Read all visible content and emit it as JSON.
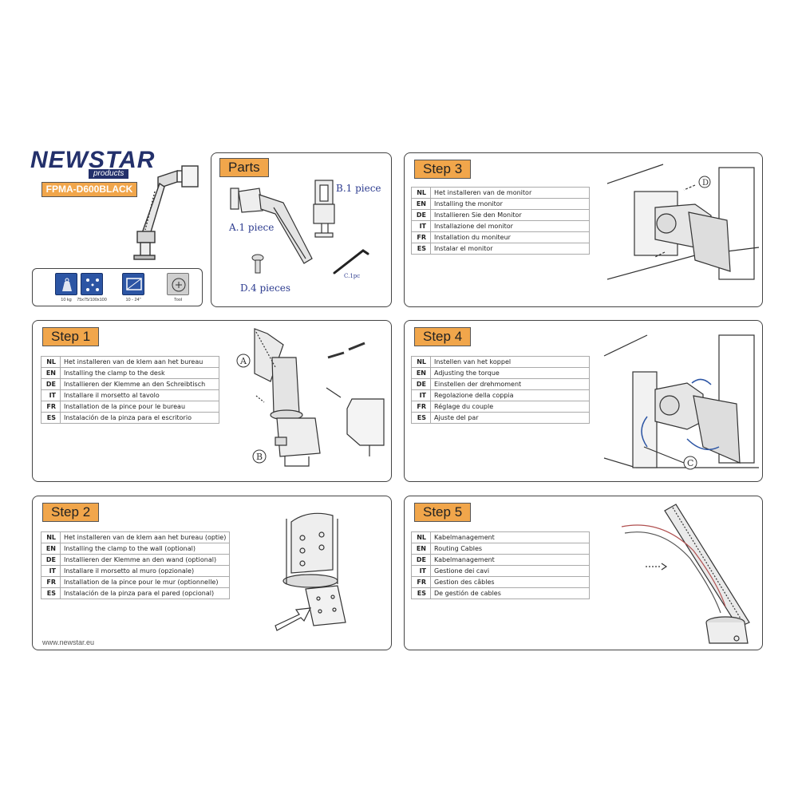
{
  "brand": {
    "logo": "NEWSTAR",
    "logo_sub": "products",
    "model": "FPMA-D600BLACK",
    "website": "www.newstar.eu"
  },
  "specs": [
    {
      "icon": "weight-icon",
      "label": "10 kg"
    },
    {
      "icon": "vesa-pattern-icon",
      "label": "75x75/100x100"
    },
    {
      "icon": "screen-size-icon",
      "label": "10 - 24\""
    },
    {
      "icon": "screwdriver-icon",
      "label": "Tool"
    }
  ],
  "parts": {
    "title": "Parts",
    "a": "A.1 piece",
    "b": "B.1 piece",
    "c": "C.1pc",
    "d": "D.4 pieces"
  },
  "steps": [
    {
      "title": "Step 1",
      "rows": [
        {
          "code": "NL",
          "text": "Het installeren van de klem aan het bureau"
        },
        {
          "code": "EN",
          "text": "Installing the clamp to the desk"
        },
        {
          "code": "DE",
          "text": "Installieren der Klemme an den Schreibtisch"
        },
        {
          "code": "IT",
          "text": "Installare il morsetto al tavolo"
        },
        {
          "code": "FR",
          "text": "Installation de la pince pour le bureau"
        },
        {
          "code": "ES",
          "text": "Instalación de la pinza para el escritorio"
        }
      ],
      "callouts": [
        "A",
        "B"
      ]
    },
    {
      "title": "Step 2",
      "rows": [
        {
          "code": "NL",
          "text": "Het installeren van de klem aan het bureau (optie)"
        },
        {
          "code": "EN",
          "text": "Installing the clamp to the wall (optional)"
        },
        {
          "code": "DE",
          "text": "Installieren der Klemme an den wand (optional)"
        },
        {
          "code": "IT",
          "text": "Installare il morsetto al muro (opzionale)"
        },
        {
          "code": "FR",
          "text": "Installation de la pince pour le mur (optionnelle)"
        },
        {
          "code": "ES",
          "text": "Instalación de la pinza para el pared (opcional)"
        }
      ]
    },
    {
      "title": "Step 3",
      "rows": [
        {
          "code": "NL",
          "text": "Het installeren van de monitor"
        },
        {
          "code": "EN",
          "text": "Installing the monitor"
        },
        {
          "code": "DE",
          "text": "Installieren Sie den Monitor"
        },
        {
          "code": "IT",
          "text": "Installazione del monitor"
        },
        {
          "code": "FR",
          "text": "Installation du moniteur"
        },
        {
          "code": "ES",
          "text": "Instalar el monitor"
        }
      ],
      "callouts": [
        "D"
      ]
    },
    {
      "title": "Step 4",
      "rows": [
        {
          "code": "NL",
          "text": "Instellen van het koppel"
        },
        {
          "code": "EN",
          "text": "Adjusting the torque"
        },
        {
          "code": "DE",
          "text": "Einstellen der drehmoment"
        },
        {
          "code": "IT",
          "text": "Regolazione della coppia"
        },
        {
          "code": "FR",
          "text": "Réglage du couple"
        },
        {
          "code": "ES",
          "text": "Ajuste del par"
        }
      ],
      "callouts": [
        "C"
      ]
    },
    {
      "title": "Step 5",
      "rows": [
        {
          "code": "NL",
          "text": "Kabelmanagement"
        },
        {
          "code": "EN",
          "text": "Routing Cables"
        },
        {
          "code": "DE",
          "text": "Kabelmanagement"
        },
        {
          "code": "IT",
          "text": "Gestione dei cavi"
        },
        {
          "code": "FR",
          "text": "Gestion des câbles"
        },
        {
          "code": "ES",
          "text": "De gestión de cables"
        }
      ]
    }
  ],
  "colors": {
    "accent_orange": "#f1a64b",
    "brand_navy": "#23306b",
    "icon_blue": "#2c55a4"
  }
}
